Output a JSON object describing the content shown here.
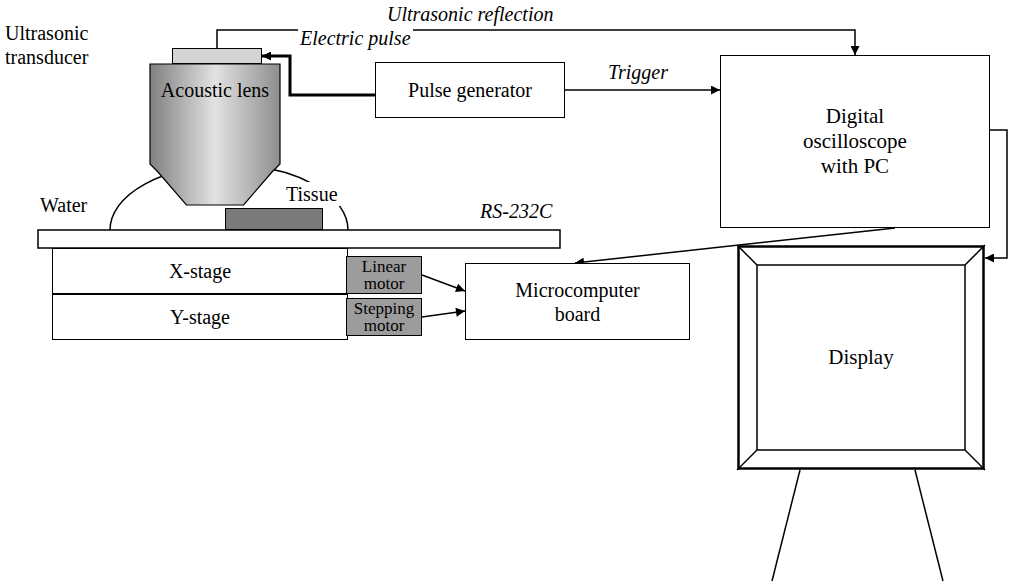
{
  "diagram": {
    "nodes": [
      {
        "text": [
          "Ultrasonic transducer"
        ]
      },
      {
        "text": [
          "Acoustic lens"
        ]
      },
      {
        "text": [
          "Pulse generator"
        ]
      },
      {
        "text": [
          "Digital oscilloscope with PC"
        ]
      },
      {
        "text": [
          "Tissue"
        ]
      },
      {
        "text": [
          "X-stage"
        ]
      },
      {
        "text": [
          "Linear motor"
        ]
      },
      {
        "text": [
          "Microcomputer board"
        ]
      },
      {
        "text": [
          "Y-stage"
        ]
      },
      {
        "text": [
          "Stepping motor"
        ]
      },
      {
        "text": [
          "Display"
        ]
      }
    ],
    "edges": [
      {
        "from": 0,
        "to": 3,
        "label": "Ultrasonic reflection",
        "arrow": "to"
      },
      {
        "from": 2,
        "to": 0,
        "label": "Electric pulse",
        "arrow": "to"
      },
      {
        "from": 2,
        "to": 3,
        "label": "Trigger",
        "arrow": "to"
      },
      {
        "from": 3,
        "to": 7,
        "label": "RS-232C",
        "arrow": "to"
      },
      {
        "from": 3,
        "to": 10,
        "arrow": "to"
      },
      {
        "from": 6,
        "to": 7,
        "arrow": "to"
      },
      {
        "from": 9,
        "to": 7,
        "arrow": "to"
      }
    ],
    "labels": [
      "Water"
    ]
  }
}
